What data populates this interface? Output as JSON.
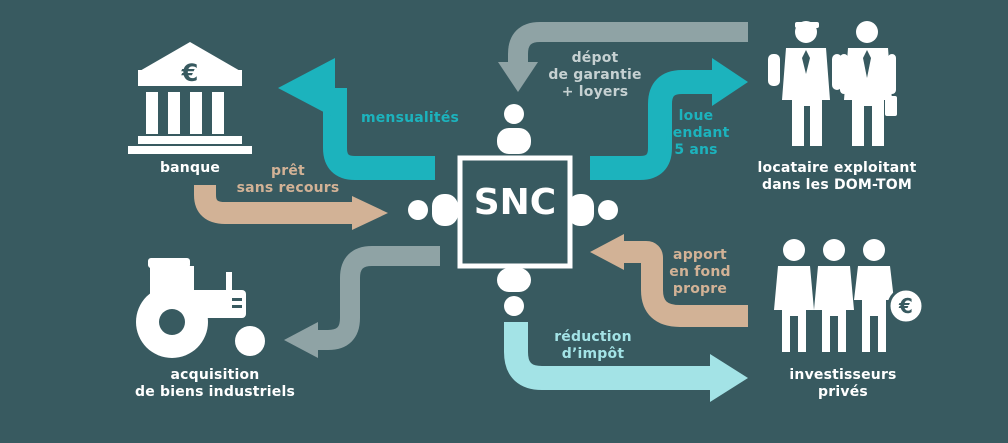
{
  "center": {
    "label": "SNC"
  },
  "nodes": {
    "bank": "banque",
    "tenant": "locataire exploitant\ndans les DOM-TOM",
    "investors": "investisseurs\nprivés",
    "acquisition": "acquisition\nde biens industriels"
  },
  "flows": {
    "monthly_payments": "mensualités",
    "loan": "prêt\nsans recours",
    "deposit": "dépot\nde garantie\n+ loyers",
    "lease": "loue\npendant\n5 ans",
    "equity": "apport\nen fond\npropre",
    "tax_reduction": "réduction\nd’impôt"
  },
  "icons": {
    "bank": "bank-euro-icon",
    "tenant": "businessmen-icon",
    "investors": "investors-euro-icon",
    "acquisition": "tractor-icon"
  },
  "colors": {
    "background": "#385a60",
    "teal": "#1cb3bd",
    "tan": "#d2b296",
    "grey": "#8fa3a5",
    "light_cyan": "#a3e3e6",
    "white": "#ffffff"
  }
}
